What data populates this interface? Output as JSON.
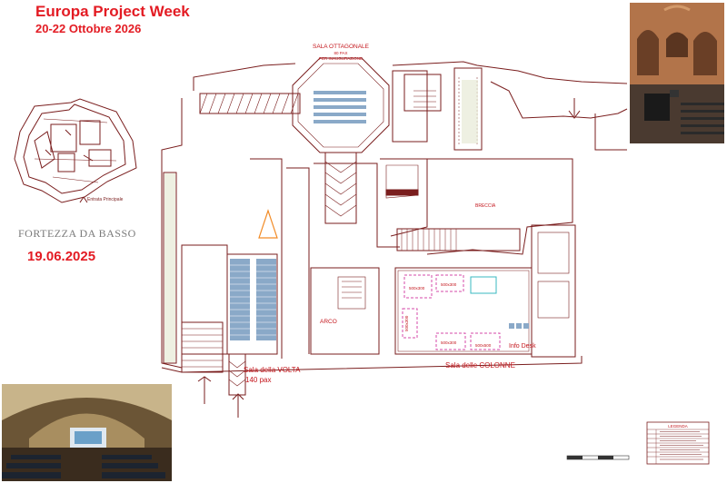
{
  "header": {
    "title": "Europa Project Week",
    "subtitle": "20-22 Ottobre 2026"
  },
  "left_panel": {
    "site_name": "FORTEZZA DA BASSO",
    "date": "19.06.2025",
    "map_entrance_label": "Entrata Principale"
  },
  "rooms": {
    "octagonal_title": "SALA OTTAGONALE",
    "octagonal_capacity": "80 PAX",
    "octagonal_note": "PER INAUGURAZIONE",
    "volta_name": "Sala della VOLTA",
    "volta_capacity": "140 pax",
    "arco": "ARCO",
    "breccia": "BRECCIA",
    "colonne": "Sala delle COLONNE",
    "info_desk": "Info Desk"
  },
  "stands": {
    "top_left": "500x300",
    "top_middle": "500x300",
    "bottom_middle": "500x300",
    "bottom_right": "500x500",
    "left_vertical": "500x300"
  },
  "legend": {
    "title": "LEGENDA"
  },
  "colors": {
    "accent_red": "#e31b23",
    "plan_line": "#7a1e1e",
    "stand_outline": "#d64aa8",
    "seat_blue": "#8aa9c8"
  }
}
